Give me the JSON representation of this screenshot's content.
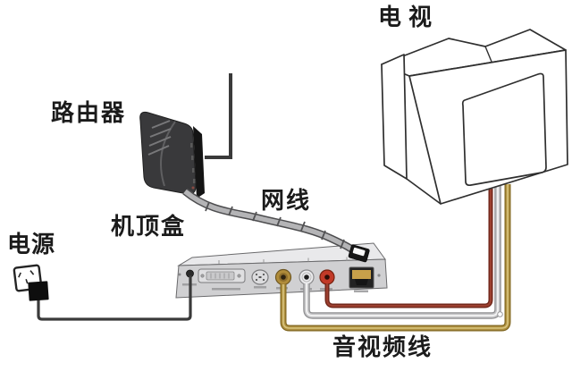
{
  "diagram": {
    "labels": {
      "tv": "电视",
      "router": "路由器",
      "network_cable": "网线",
      "set_top_box": "机顶盒",
      "power": "电源",
      "av_cable": "音视频线"
    },
    "colors": {
      "background": "#ffffff",
      "label_text": "#1b1b1b",
      "line_dark": "#3a3a3a",
      "outline": "#2f2f2f",
      "router_body": "#39393b",
      "router_side": "#141414",
      "router_detail": "#78787a",
      "router_arc": "#5f5f61",
      "stb_top": "#e9e9eb",
      "stb_front": "#d0d0d2",
      "stb_edge": "#6a6a6c",
      "port_gold": "#b08c3a",
      "port_white": "#ececee",
      "port_red": "#c23a28",
      "ethernet_gold": "#c8a04a",
      "cable_gold": "#af9040",
      "cable_gold_dark": "#806722",
      "cable_gold_light": "#d8c57e",
      "cable_gray": "#c6c6c8",
      "cable_gray_dark": "#8f8f91",
      "cable_gray_light": "#f4f4f4",
      "cable_red": "#9c4030",
      "cable_red_dark": "#6f261a",
      "network_cable_gray": "#b4b4b6",
      "network_cable_dark": "#4d4d4f",
      "plug_black": "#161616",
      "power_cable": "#3a3a3a"
    }
  }
}
